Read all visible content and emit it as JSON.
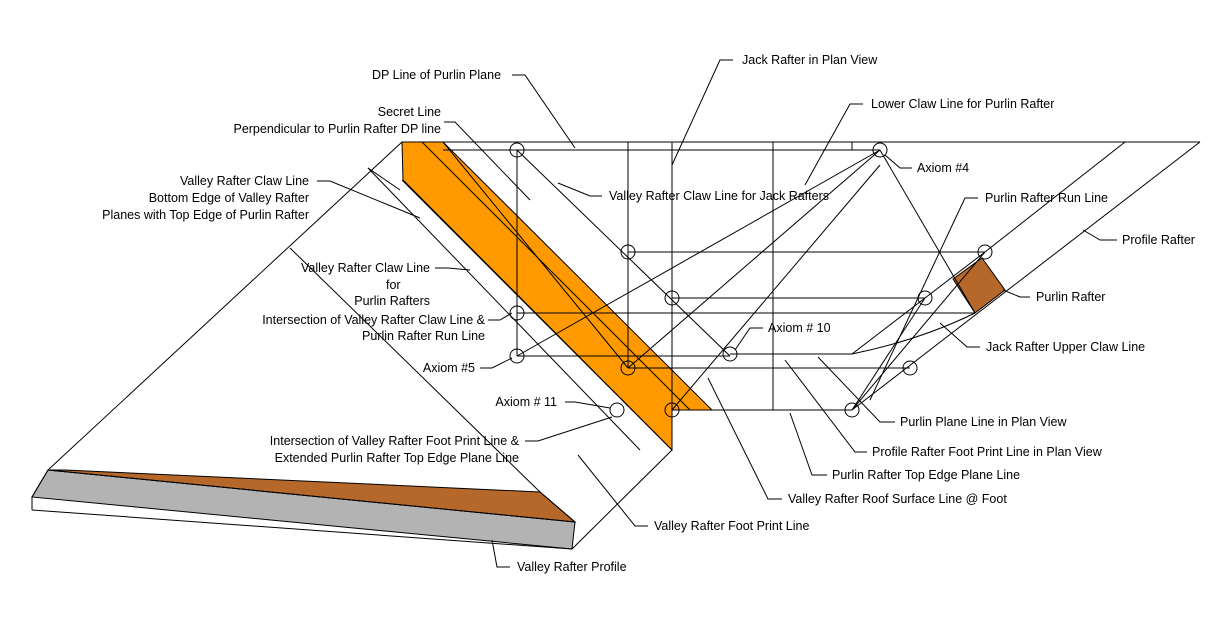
{
  "colors": {
    "valley_rafter": "#ff9900",
    "purlin_rafter": "#b5682a",
    "valley_profile_top": "#b5682a",
    "valley_profile_bottom": "#b3b3b3",
    "line": "#000000"
  },
  "labels": {
    "dp_line": "DP Line of Purlin Plane",
    "jack_rafter_plan": "Jack Rafter in Plan View",
    "lower_claw": "Lower Claw Line for Purlin Rafter",
    "secret_line_1": "Secret Line",
    "secret_line_2": "Perpendicular to Purlin Rafter DP line",
    "axiom4": "Axiom #4",
    "valley_claw_1": "Valley Rafter Claw Line",
    "valley_claw_2": "Bottom Edge of Valley Rafter",
    "valley_claw_3": "Planes with Top Edge of Purlin Rafter",
    "valley_claw_jack": "Valley Rafter Claw Line for Jack Rafters",
    "purlin_run": "Purlin Rafter Run Line",
    "profile_rafter": "Profile Rafter",
    "valley_claw_purlin_1": "Valley Rafter Claw Line",
    "valley_claw_purlin_2": "for",
    "valley_claw_purlin_3": "Purlin Rafters",
    "purlin_rafter": "Purlin Rafter",
    "intersection_1": "Intersection of Valley Rafter Claw Line &",
    "intersection_2": "Purlin Rafter Run Line",
    "axiom10": "Axiom # 10",
    "jack_upper_claw": "Jack Rafter Upper Claw Line",
    "axiom5": "Axiom #5",
    "axiom11": "Axiom # 11",
    "purlin_plane": "Purlin Plane Line in Plan View",
    "intersection_foot_1": "Intersection of Valley Rafter Foot Print Line &",
    "intersection_foot_2": "Extended  Purlin Rafter Top Edge Plane Line",
    "profile_foot": "Profile Rafter Foot Print Line in Plan View",
    "purlin_top_edge": "Purlin Rafter Top Edge Plane Line",
    "valley_roof_surface": "Valley Rafter Roof Surface Line @ Foot",
    "valley_foot_print": "Valley Rafter Foot Print Line",
    "valley_profile": "Valley Rafter Profile"
  }
}
